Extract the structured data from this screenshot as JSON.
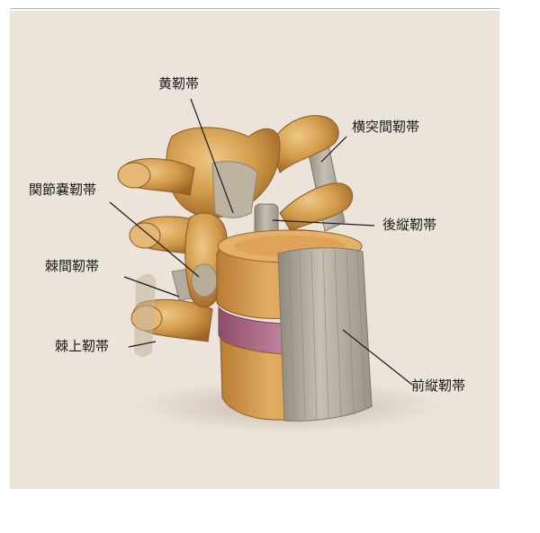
{
  "labels": {
    "yellow_ligament": "黄靭帯",
    "intertransverse_ligament": "横突間靭帯",
    "capsular_ligament": "関節嚢靭帯",
    "posterior_longitudinal_ligament": "後縦靭帯",
    "interspinous_ligament": "棘間靭帯",
    "supraspinous_ligament": "棘上靭帯",
    "anterior_longitudinal_ligament": "前縦靭帯"
  },
  "colors": {
    "background": "#ece4da",
    "bone": "#d29a4a",
    "bone_dark": "#9c6526",
    "bone_light": "#e8bf7c",
    "ligament": "#a9a296",
    "disc": "#b06f8a",
    "leader_line": "#1a1a1a"
  }
}
